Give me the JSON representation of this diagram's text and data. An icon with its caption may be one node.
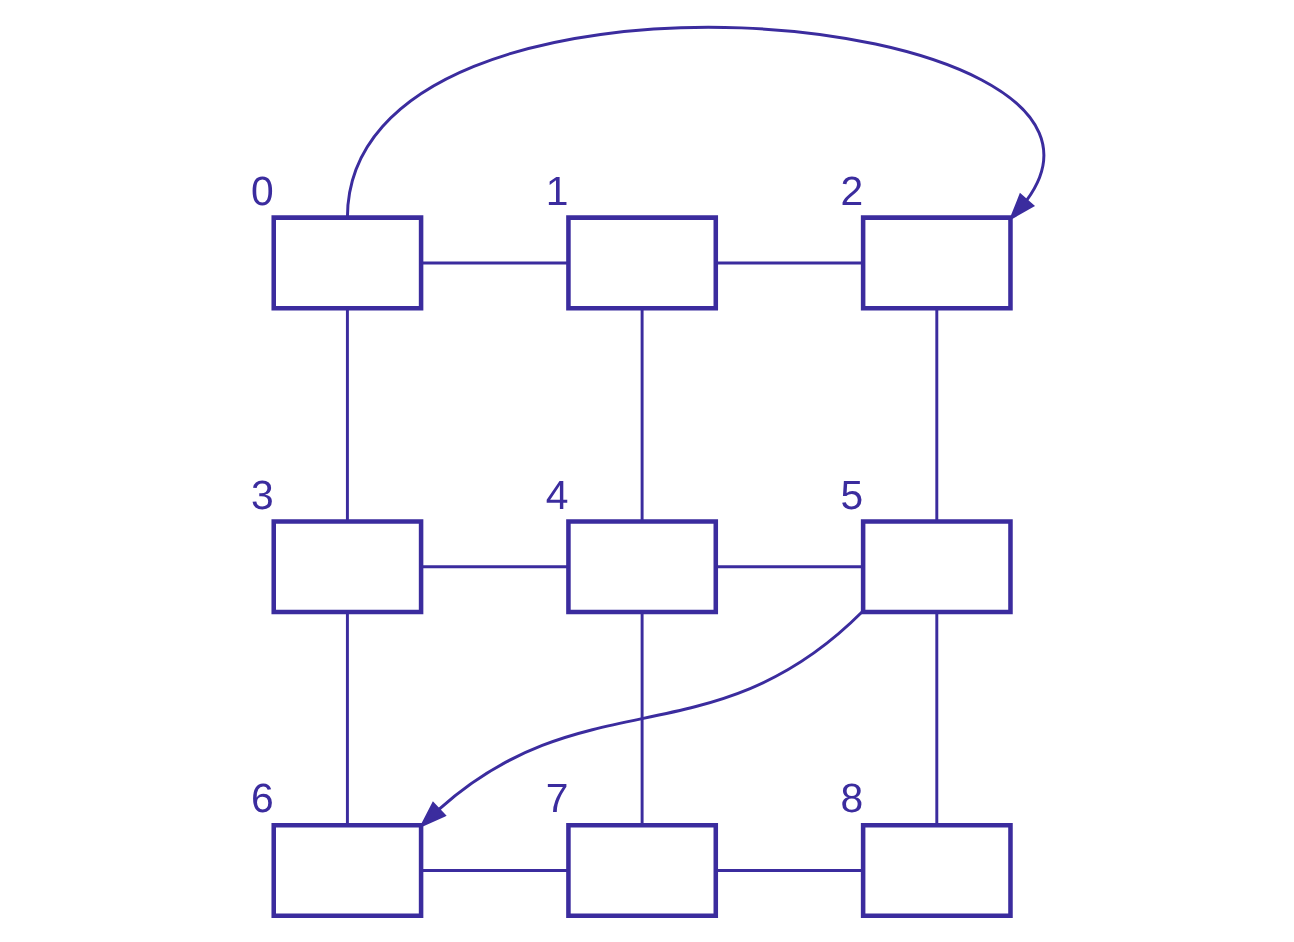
{
  "diagram": {
    "nodes": [
      {
        "text": [],
        "shape": "box",
        "beside": [
          "0"
        ]
      },
      {
        "text": [],
        "shape": "box",
        "beside": [
          "1"
        ]
      },
      {
        "text": [],
        "shape": "box",
        "beside": [
          "2"
        ]
      },
      {
        "text": [],
        "shape": "box",
        "beside": [
          "3"
        ]
      },
      {
        "text": [],
        "shape": "box",
        "beside": [
          "4"
        ]
      },
      {
        "text": [],
        "shape": "box",
        "beside": [
          "5"
        ]
      },
      {
        "text": [],
        "shape": "box",
        "beside": [
          "6"
        ]
      },
      {
        "text": [],
        "shape": "box",
        "beside": [
          "7"
        ]
      },
      {
        "text": [],
        "shape": "box",
        "beside": [
          "8"
        ]
      }
    ],
    "edges": [
      {
        "from": 0,
        "to": 2,
        "arrow": "to"
      },
      {
        "from": 0,
        "to": 1,
        "arrow": "none"
      },
      {
        "from": 1,
        "to": 2,
        "arrow": "none"
      },
      {
        "from": 0,
        "to": 3,
        "arrow": "none"
      },
      {
        "from": 1,
        "to": 4,
        "arrow": "none"
      },
      {
        "from": 2,
        "to": 5,
        "arrow": "none"
      },
      {
        "from": 5,
        "to": 6,
        "arrow": "to"
      },
      {
        "from": 3,
        "to": 4,
        "arrow": "none"
      },
      {
        "from": 4,
        "to": 5,
        "arrow": "none"
      },
      {
        "from": 3,
        "to": 6,
        "arrow": "none"
      },
      {
        "from": 4,
        "to": 7,
        "arrow": "none"
      },
      {
        "from": 5,
        "to": 8,
        "arrow": "none"
      },
      {
        "from": 6,
        "to": 7,
        "arrow": "none"
      },
      {
        "from": 7,
        "to": 8,
        "arrow": "none"
      }
    ]
  }
}
